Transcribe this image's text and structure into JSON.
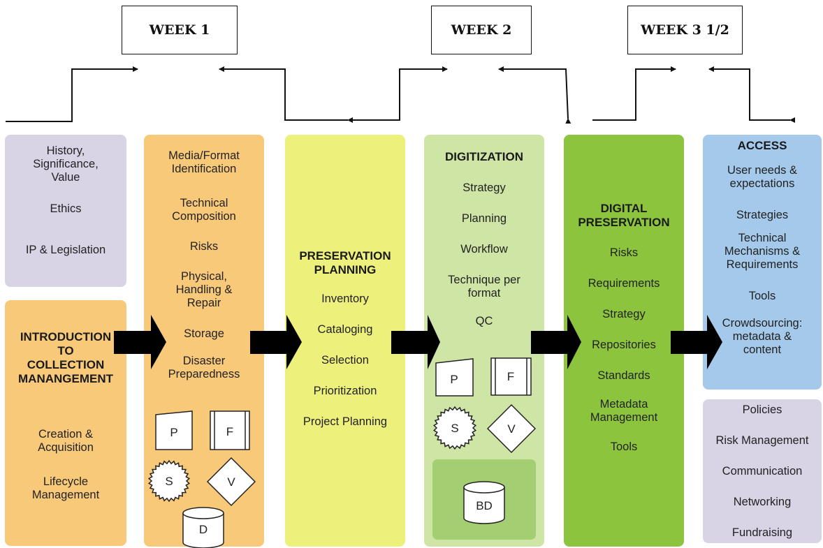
{
  "weeks": [
    "WEEK 1",
    "WEEK 2",
    "WEEK 3 1/2"
  ],
  "columns": {
    "foundations": {
      "items": [
        "History,\nSignificance,\nValue",
        "Ethics",
        "IP & Legislation"
      ]
    },
    "intro": {
      "heading": "INTRODUCTION\nTO\nCOLLECTION\nMANANGEMENT",
      "items": [
        "Creation &\nAcquisition",
        "Lifecycle\nManagement"
      ]
    },
    "media": {
      "items": [
        "Media/Format\nIdentification",
        "Technical\nComposition",
        "Risks",
        "Physical,\nHandling &\nRepair",
        "Storage",
        "Disaster\nPreparedness"
      ]
    },
    "preservation": {
      "heading": "PRESERVATION\nPLANNING",
      "items": [
        "Inventory",
        "Cataloging",
        "Selection",
        "Prioritization",
        "Project Planning"
      ]
    },
    "digitization": {
      "heading": "DIGITIZATION",
      "items": [
        "Strategy",
        "Planning",
        "Workflow",
        "Technique per\nformat",
        "QC"
      ]
    },
    "digital_preservation": {
      "heading": "DIGITAL\nPRESERVATION",
      "items": [
        "Risks",
        "Requirements",
        "Strategy",
        "Repositories",
        "Standards",
        "Metadata\nManagement",
        "Tools"
      ]
    },
    "access": {
      "heading": "ACCESS",
      "items": [
        "User needs &\nexpectations",
        "Strategies",
        "Technical\nMechanisms &\nRequirements",
        "Tools",
        "Crowdsourcing:\nmetadata &\ncontent"
      ]
    },
    "management": {
      "items": [
        "Policies",
        "Risk Management",
        "Communication",
        "Networking",
        "Fundraising"
      ]
    }
  },
  "symbols": {
    "p": "P",
    "f": "F",
    "s": "S",
    "v": "V",
    "d": "D",
    "bd": "BD"
  },
  "colors": {
    "purple": "#d9d3e6",
    "orange": "#f9c97a",
    "yellow": "#eef07c",
    "light_green": "#cfe5a6",
    "green": "#8cc43e",
    "blue": "#a4c9ea",
    "db_green": "#a3cf72"
  }
}
